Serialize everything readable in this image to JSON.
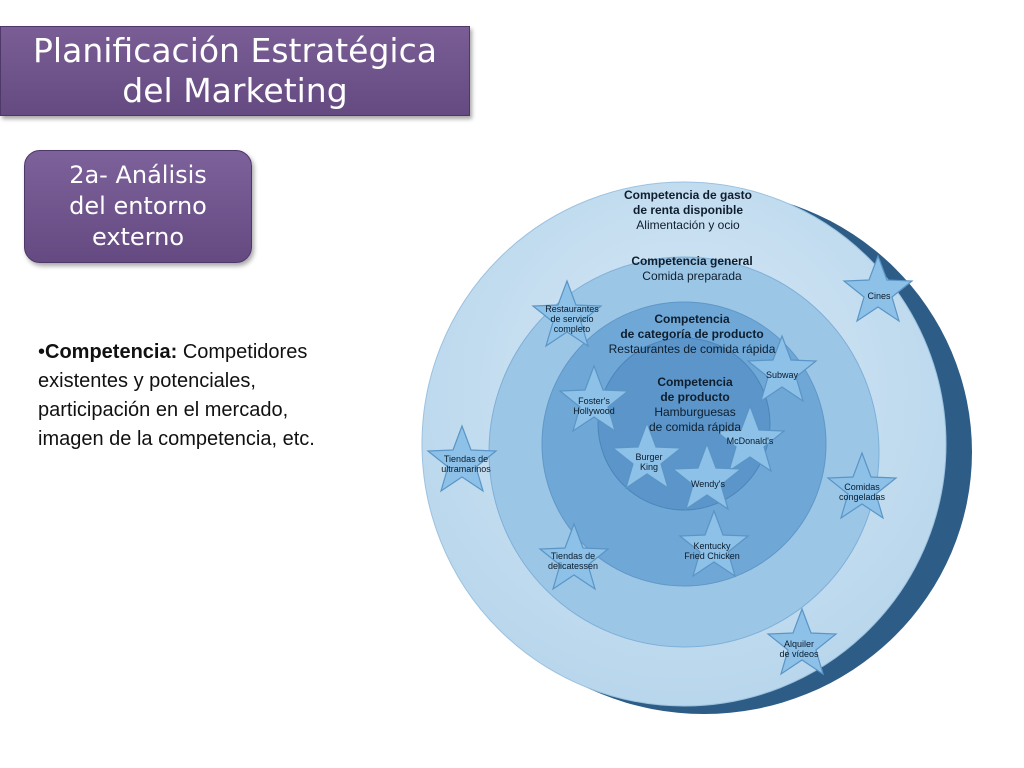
{
  "slide": {
    "title_line1": "Planificación Estratégica",
    "title_line2": "del Marketing",
    "subtitle_line1": "2a- Análisis",
    "subtitle_line2": "del entorno",
    "subtitle_line3": "externo",
    "bullet": "•",
    "bullet_bold": "Competencia:",
    "bullet_text": " Competidores existentes y potenciales, participación en el mercado, imagen de la competencia, etc."
  },
  "diagram": {
    "rings": [
      {
        "title1": "Competencia de gasto",
        "title2": "de renta disponible",
        "sub": "Alimentación y ocio"
      },
      {
        "title1": "Competencia general",
        "sub": "Comida preparada"
      },
      {
        "title1": "Competencia",
        "title2": "de categoría de producto",
        "sub": "Restaurantes de comida rápida"
      },
      {
        "title1": "Competencia",
        "title2": "de producto",
        "sub1": "Hamburguesas",
        "sub2": "de comida rápida"
      }
    ],
    "stars": {
      "cines": "Cines",
      "restaurantes": [
        "Restaurantes",
        "de servicio",
        "completo"
      ],
      "subway": "Subway",
      "fosters": [
        "Foster's",
        "Hollywood"
      ],
      "mcdonalds": "McDonald's",
      "burger": [
        "Burger",
        "King"
      ],
      "wendys": "Wendy's",
      "kentucky": [
        "Kentucky",
        "Fried Chicken"
      ],
      "tiendas_ultra": [
        "Tiendas de",
        "ultramarinos"
      ],
      "comidas": [
        "Comidas",
        "congeladas"
      ],
      "tiendas_deli": [
        "Tiendas de",
        "delicatessen"
      ],
      "alquiler": [
        "Alquiler",
        "de vídeos"
      ]
    },
    "colors": {
      "outer": "#c3dcef",
      "ring2": "#9ec8e6",
      "ring3": "#74aad6",
      "inner": "#5a93c6",
      "star": "#8cc0e6",
      "shadow": "#2f5f88"
    }
  }
}
